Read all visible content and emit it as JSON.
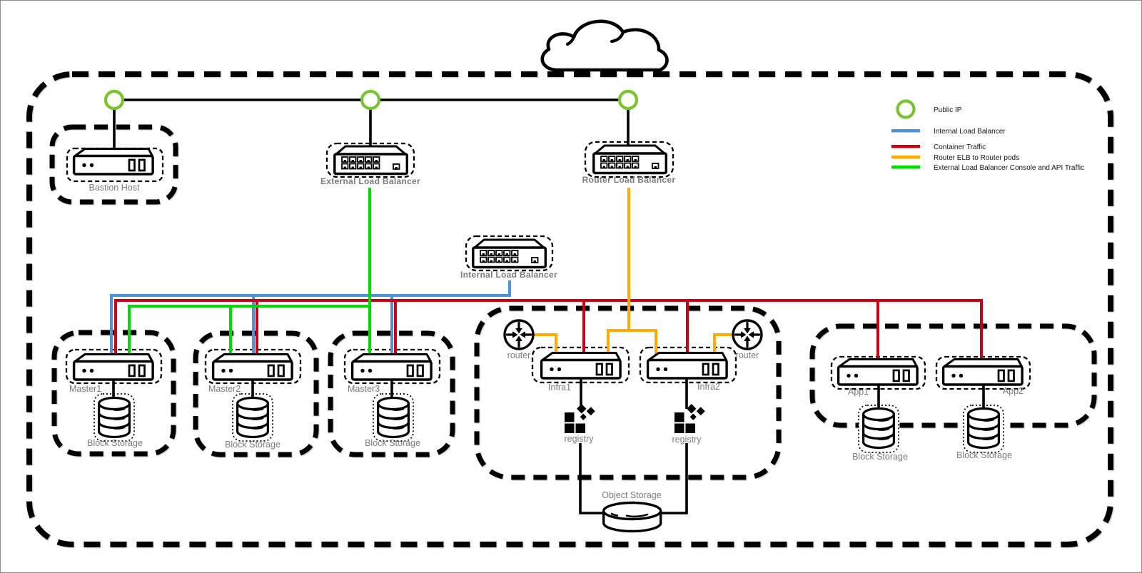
{
  "legend": {
    "items": [
      {
        "label": "Public IP",
        "color": "#79c32f",
        "swatch": "circle"
      },
      {
        "label": "Internal Load Balancer",
        "color": "#4e92d9",
        "swatch": "line"
      },
      {
        "label": "Container Traffic",
        "color": "#cb0013",
        "swatch": "line"
      },
      {
        "label": "Router ELB to Router pods",
        "color": "#ffab00",
        "swatch": "line"
      },
      {
        "label": "External Load Balancer Console and API Traffic",
        "color": "#00dc00",
        "swatch": "line"
      }
    ]
  },
  "colors": {
    "public_ip": "#79c32f",
    "internal_lb_line": "#4e92d9",
    "container_traffic_line": "#cb0013",
    "router_elb_line": "#ffab00",
    "external_lb_line": "#00dc00",
    "connector_line": "#000000",
    "node_label": "#7b7b7b"
  },
  "nodes": {
    "bastion": {
      "label": "Bastion Host"
    },
    "external_lb": {
      "label": "External Load Balancer"
    },
    "router_lb": {
      "label": "Router Load Balancer"
    },
    "internal_lb": {
      "label": "Internal Load Balancer"
    },
    "masters": [
      {
        "label": "Master1",
        "storage": "Block Storage"
      },
      {
        "label": "Master2",
        "storage": "Block Storage"
      },
      {
        "label": "Master3",
        "storage": "Block Storage"
      }
    ],
    "infra": {
      "routers": [
        "router",
        "router"
      ],
      "servers": [
        {
          "label": "Infra1"
        },
        {
          "label": "Infra2"
        }
      ],
      "registries": [
        "registry",
        "registry"
      ],
      "object_storage": {
        "label": "Object Storage"
      }
    },
    "apps": [
      {
        "label": "App1",
        "storage": "Block Storage"
      },
      {
        "label": "App2",
        "storage": "Block Storage"
      }
    ]
  }
}
